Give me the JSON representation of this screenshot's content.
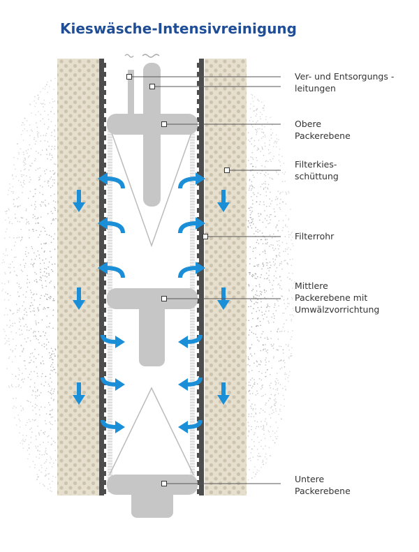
{
  "title": "Kieswäsche-Intensivreinigung",
  "labels": {
    "supply": [
      "Ver- und Entsorgungs  -",
      "leitungen"
    ],
    "upper_packer": [
      "Obere",
      "Packerebene"
    ],
    "filter_gravel": [
      "Filterkies-",
      "schüttung"
    ],
    "filter_pipe": [
      "Filterrohr"
    ],
    "middle_packer": [
      "Mittlere",
      "Packerebene mit",
      "Umwälzvorrichtung"
    ],
    "lower_packer": [
      "Untere",
      "Packerebene"
    ]
  },
  "colors": {
    "title": "#1f4e96",
    "label": "#333333",
    "gravel": "#e6dfce",
    "gravel_dot": "#cdc4af",
    "pipe_wall": "#4d4d4d",
    "packer": "#c6c6c6",
    "packer_line": "#bbbbbb",
    "screen": "#d7d7d7",
    "arrow": "#1a8fd8",
    "leader": "#555555",
    "spray": "#9a9a9a"
  }
}
